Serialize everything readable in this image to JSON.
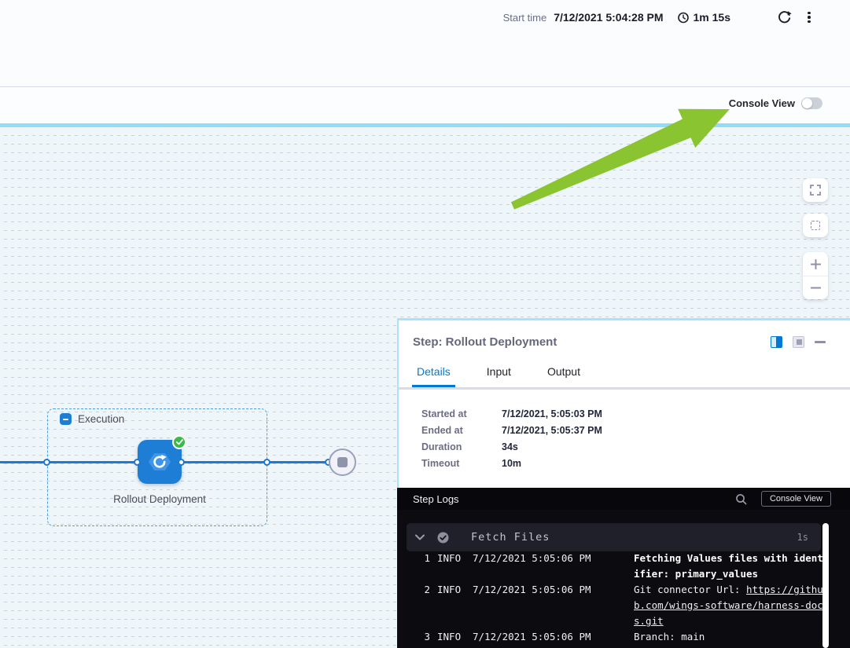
{
  "topbar": {
    "start_time_label": "Start time",
    "start_time_value": "7/12/2021 5:04:28 PM",
    "elapsed": "1m 15s"
  },
  "canvas_header": {
    "console_view_label": "Console View",
    "toggle_state": "off"
  },
  "canvas": {
    "execution_label": "Execution",
    "node_label": "Rollout Deployment",
    "node_status": "success"
  },
  "panel": {
    "title": "Step: Rollout Deployment",
    "tabs": [
      {
        "label": "Details",
        "active": true
      },
      {
        "label": "Input",
        "active": false
      },
      {
        "label": "Output",
        "active": false
      }
    ],
    "details": {
      "rows": [
        {
          "label": "Started at",
          "value": "7/12/2021, 5:05:03 PM"
        },
        {
          "label": "Ended at",
          "value": "7/12/2021, 5:05:37 PM"
        },
        {
          "label": "Duration",
          "value": "34s"
        },
        {
          "label": "Timeout",
          "value": "10m"
        }
      ]
    }
  },
  "logs": {
    "title": "Step Logs",
    "console_view_button": "Console View",
    "section": {
      "name": "Fetch Files",
      "duration": "1s",
      "status": "success"
    },
    "rows": [
      {
        "num": "1",
        "level": "INFO",
        "time": "7/12/2021 5:05:06 PM",
        "segments": [
          {
            "text": "Fetching Values files with identifier: primary_values",
            "bold": true
          }
        ]
      },
      {
        "num": "2",
        "level": "INFO",
        "time": "7/12/2021 5:05:06 PM",
        "segments": [
          {
            "text": "Git connector Url: "
          },
          {
            "text": "https://github.com/wings-software/harness-docs.git",
            "link": true
          }
        ]
      },
      {
        "num": "3",
        "level": "INFO",
        "time": "7/12/2021 5:05:06 PM",
        "segments": [
          {
            "text": "Branch: main"
          }
        ]
      }
    ]
  },
  "icons": {
    "clock": "timer-outline",
    "refresh": "circular-arrow",
    "kebab": "three-dots-vertical",
    "toggle": "switch-off",
    "fullscreen": "corner-brackets",
    "fit": "dashed-square",
    "zoom_in": "plus",
    "zoom_out": "minus",
    "layout_split_active": "split-pane-blue",
    "layout_split_inactive": "split-pane-gray",
    "minimize": "minus-line",
    "search": "magnifier",
    "chevron": "chevron-down",
    "section_check": "check-circle-gray",
    "node_check": "check-circle-green",
    "collapse": "minus-square-blue",
    "end_node": "stop-square"
  },
  "colors": {
    "accent_blue": "#0278d5",
    "node_blue": "#1e7ed6",
    "success_green": "#3db84b",
    "annotation_green": "#8ac431",
    "panel_border_cyan": "#a9e3f6",
    "canvas_bg": "#eef6fa",
    "log_bg": "#0b0b10"
  }
}
